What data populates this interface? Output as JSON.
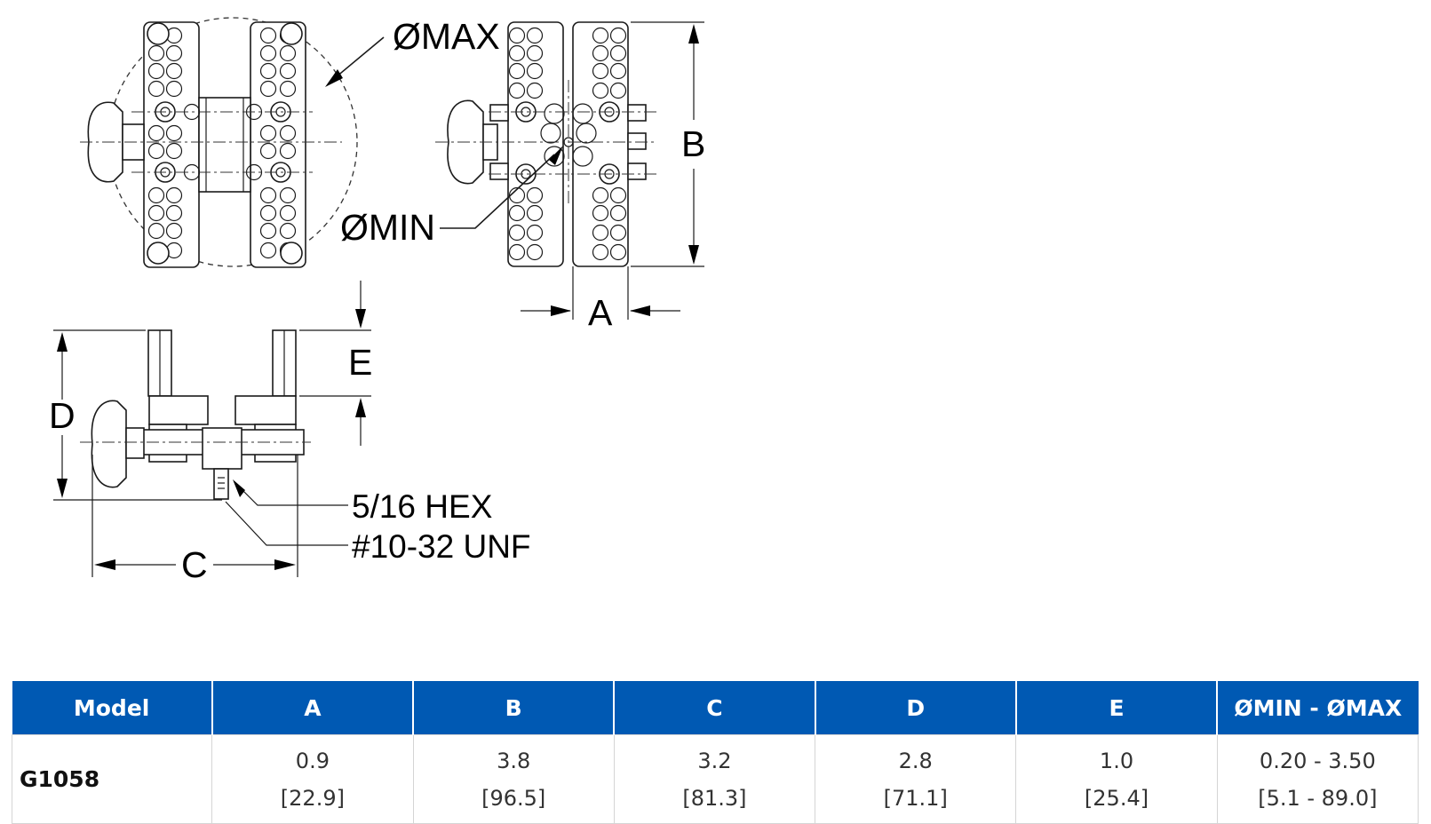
{
  "drawing": {
    "labels": {
      "omax": "ØMAX",
      "omin": "ØMIN",
      "a": "A",
      "b": "B",
      "c": "C",
      "d": "D",
      "e": "E",
      "hex": "5/16 HEX",
      "thread": "#10-32 UNF"
    }
  },
  "table": {
    "headers": [
      "Model",
      "A",
      "B",
      "C",
      "D",
      "E",
      "ØMIN - ØMAX"
    ],
    "rows": [
      {
        "model": "G1058",
        "values": [
          {
            "inch": "0.9",
            "mm": "[22.9]"
          },
          {
            "inch": "3.8",
            "mm": "[96.5]"
          },
          {
            "inch": "3.2",
            "mm": "[81.3]"
          },
          {
            "inch": "2.8",
            "mm": "[71.1]"
          },
          {
            "inch": "1.0",
            "mm": "[25.4]"
          },
          {
            "inch": "0.20 - 3.50",
            "mm": "[5.1 - 89.0]"
          }
        ]
      }
    ]
  }
}
